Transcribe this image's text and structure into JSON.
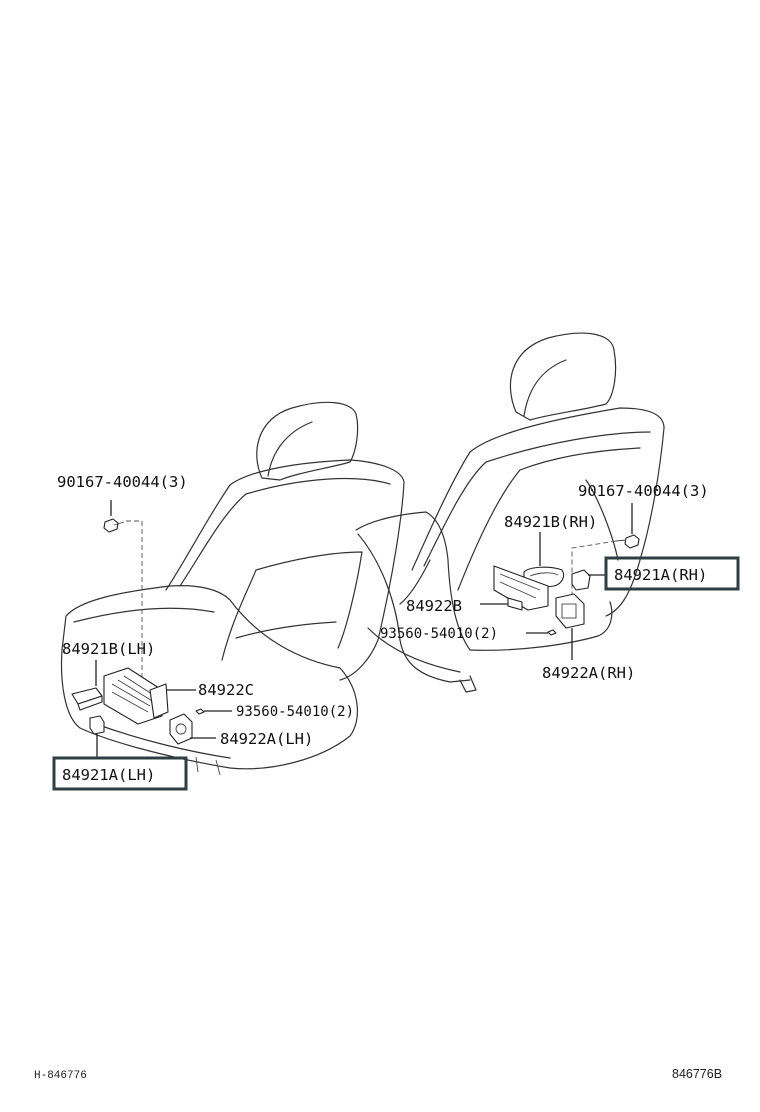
{
  "labels": {
    "bolt_left": "90167-40044(3)",
    "bolt_right": "90167-40044(3)",
    "cover_b_rh": "84921B(RH)",
    "cover_a_rh": "84921A(RH)",
    "bracket_b": "84922B",
    "screw_right": "93560-54010(2)",
    "bracket_a_rh": "84922A(RH)",
    "cover_b_lh": "84921B(LH)",
    "bracket_c": "84922C",
    "screw_left": "93560-54010(2)",
    "bracket_a_lh": "84922A(LH)",
    "cover_a_lh": "84921A(LH)"
  },
  "footer": {
    "left": "H-846776",
    "right": "846776B"
  }
}
